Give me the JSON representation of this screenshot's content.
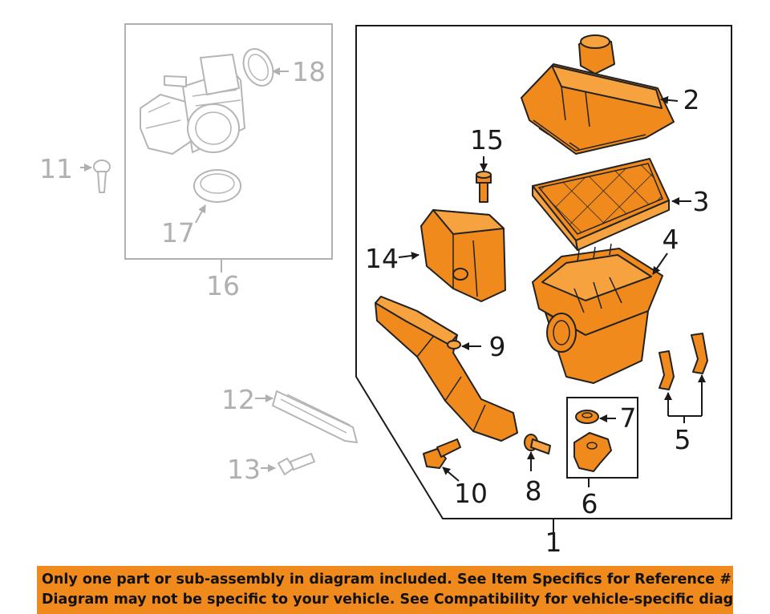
{
  "callouts": {
    "c1": "1",
    "c2": "2",
    "c3": "3",
    "c4": "4",
    "c5": "5",
    "c6": "6",
    "c7": "7",
    "c8": "8",
    "c9": "9",
    "c10": "10",
    "c11": "11",
    "c12": "12",
    "c13": "13",
    "c14": "14",
    "c15": "15",
    "c16": "16",
    "c17": "17",
    "c18": "18"
  },
  "notice": {
    "line1": "Only one part or sub-assembly in diagram included. See Item Specifics for Reference #.",
    "line2": "Diagram may not be specific to your vehicle. See Compatibility for vehicle-specific diagrams."
  },
  "colors": {
    "highlight": "#f08a1c",
    "ghost": "#b5b5b5",
    "line": "#1a1a1a"
  }
}
